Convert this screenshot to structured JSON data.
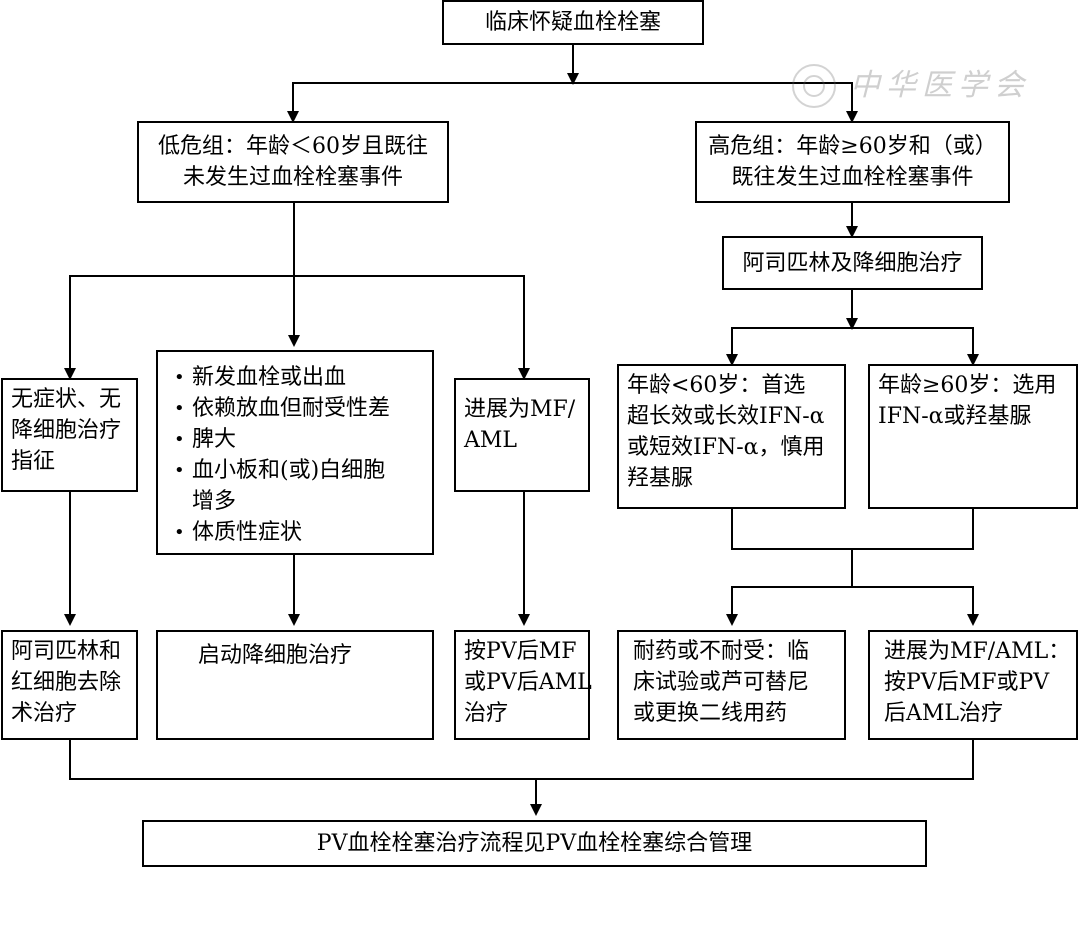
{
  "start": "临床怀疑血栓栓塞",
  "low_risk": {
    "lines": [
      "低危组：年龄＜60岁且既往",
      "未发生过血栓栓塞事件"
    ]
  },
  "high_risk": {
    "lines": [
      "高危组：年龄≥60岁和（或）",
      "既往发生过血栓栓塞事件"
    ]
  },
  "aspirin_cytoreduction": "阿司匹林及降细胞治疗",
  "asymptomatic": {
    "lines": [
      "无症状、无",
      "降细胞治疗",
      "指征"
    ]
  },
  "indications": {
    "items": [
      [
        "新发血栓或出血"
      ],
      [
        "依赖放血但耐受性差"
      ],
      [
        "脾大"
      ],
      [
        "血小板和(或)白细胞",
        "增多"
      ],
      [
        "体质性症状"
      ]
    ]
  },
  "progress_low": {
    "lines": [
      "进展为MF/",
      "AML"
    ]
  },
  "age_lt60": {
    "lines": [
      "年龄<60岁：首选",
      "超长效或长效IFN-α",
      "或短效IFN-α，慎用",
      "羟基脲"
    ]
  },
  "age_ge60": {
    "lines": [
      "年龄≥60岁：选用",
      "IFN-α或羟基脲"
    ]
  },
  "aspirin_phlebotomy": {
    "lines": [
      "阿司匹林和",
      "红细胞去除",
      "术治疗"
    ]
  },
  "start_cytoreduction": "启动降细胞治疗",
  "post_pv_low": {
    "lines": [
      "按PV后MF",
      "或PV后AML",
      "治疗"
    ]
  },
  "resistance": {
    "lines": [
      "耐药或不耐受：临",
      "床试验或芦可替尼",
      "或更换二线用药"
    ]
  },
  "progress_high": {
    "lines": [
      "进展为MF/AML：",
      "按PV后MF或PV",
      "后AML治疗"
    ]
  },
  "final": "PV血栓栓塞治疗流程见PV血栓栓塞综合管理",
  "watermark": "中华医学会",
  "colors": {
    "line": "#000000",
    "background": "#ffffff"
  }
}
